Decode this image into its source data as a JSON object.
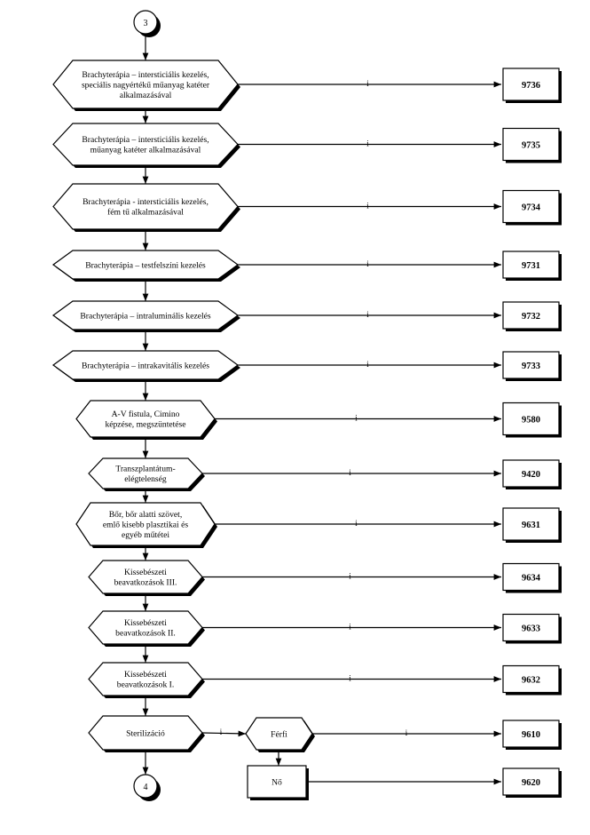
{
  "connectors": {
    "start": "3",
    "end": "4"
  },
  "yes_label": "i",
  "decisions": [
    {
      "lines": [
        "Brachyterápia – intersticiális kezelés,",
        "speciális nagyértékű műanyag katéter",
        "alkalmazásával"
      ],
      "code": "9736"
    },
    {
      "lines": [
        "Brachyterápia – intersticiális kezelés,",
        "műanyag katéter alkalmazásával"
      ],
      "code": "9735"
    },
    {
      "lines": [
        "Brachyterápia - intersticiális kezelés,",
        "fém tű alkalmazásával"
      ],
      "code": "9734"
    },
    {
      "lines": [
        "Brachyterápia – testfelszíni kezelés"
      ],
      "code": "9731"
    },
    {
      "lines": [
        "Brachyterápia – intraluminális kezelés"
      ],
      "code": "9732"
    },
    {
      "lines": [
        "Brachyterápia – intrakavitális kezelés"
      ],
      "code": "9733"
    },
    {
      "lines": [
        "A-V fistula, Cimino",
        "képzése, megszüntetése"
      ],
      "code": "9580"
    },
    {
      "lines": [
        "Transzplantátum-",
        "elégtelenség"
      ],
      "code": "9420"
    },
    {
      "lines": [
        "Bőr, bőr alatti szövet,",
        "emlő kisebb plasztikai és",
        "egyéb műtétei"
      ],
      "code": "9631"
    },
    {
      "lines": [
        "Kissebészeti",
        "beavatkozások III."
      ],
      "code": "9634"
    },
    {
      "lines": [
        "Kissebészeti",
        "beavatkozások II."
      ],
      "code": "9633"
    },
    {
      "lines": [
        "Kissebészeti",
        "beavatkozások I."
      ],
      "code": "9632"
    },
    {
      "lines": [
        "Sterilizáció"
      ]
    }
  ],
  "gender_split": {
    "male": {
      "label": "Férfi",
      "code": "9610"
    },
    "female": {
      "label": "Nő",
      "code": "9620"
    }
  }
}
